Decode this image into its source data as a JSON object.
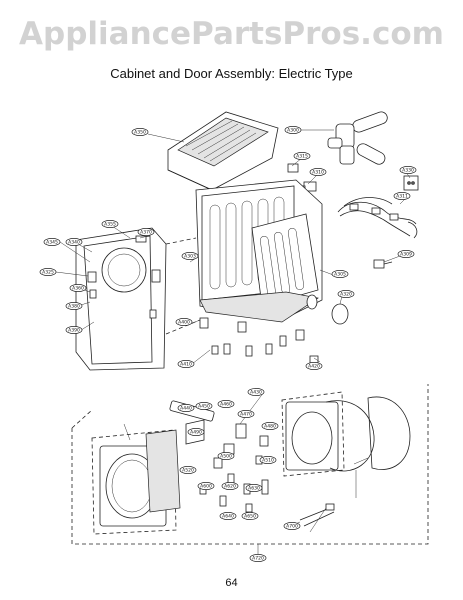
{
  "watermark": "AppliancePartsPros.com",
  "title": "Cabinet and Door Assembly: Electric Type",
  "page_number": "64",
  "labels": [
    "A350",
    "A300",
    "A315",
    "A310",
    "A330",
    "A311",
    "A309",
    "A305",
    "A320",
    "A303",
    "A345",
    "A340",
    "A355",
    "A370",
    "A325",
    "A360",
    "A380",
    "A390",
    "A400",
    "A410",
    "A420",
    "A430",
    "A440",
    "A450",
    "A460",
    "A470",
    "A480",
    "A490",
    "A500",
    "A510",
    "A520",
    "A600",
    "A620",
    "A630",
    "A640",
    "A650",
    "A700",
    "A720"
  ]
}
